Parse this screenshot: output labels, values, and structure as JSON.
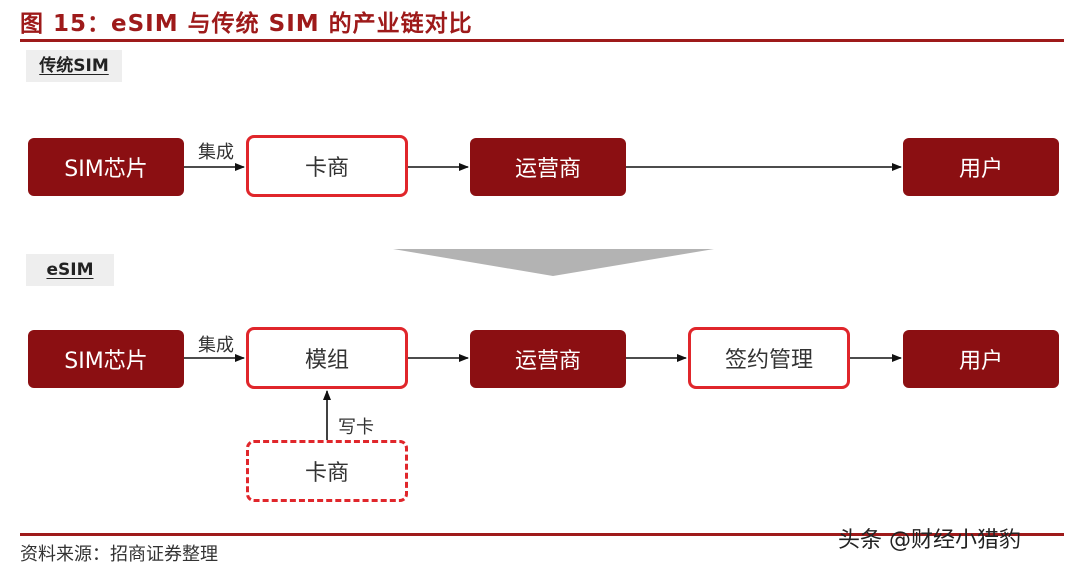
{
  "title": "图 15：eSIM 与传统 SIM 的产业链对比",
  "sections": {
    "traditional": "传统SIM",
    "esim": "eSIM"
  },
  "traditional_chain": {
    "sim_chip": "SIM芯片",
    "card_maker": "卡商",
    "operator": "运营商",
    "user": "用户",
    "integrate_label": "集成"
  },
  "esim_chain": {
    "sim_chip": "SIM芯片",
    "module": "模组",
    "operator": "运营商",
    "subscription": "签约管理",
    "user": "用户",
    "integrate_label": "集成",
    "write_card_label": "写卡",
    "card_maker": "卡商"
  },
  "colors": {
    "accent": "#9e1a1a",
    "solid_box": "#8b0f12",
    "outline_red": "#e0262b",
    "transition_gray": "#b3b3b3"
  },
  "footer": {
    "source": "资料来源：招商证券整理",
    "watermark": "头条 @财经小猎豹"
  }
}
